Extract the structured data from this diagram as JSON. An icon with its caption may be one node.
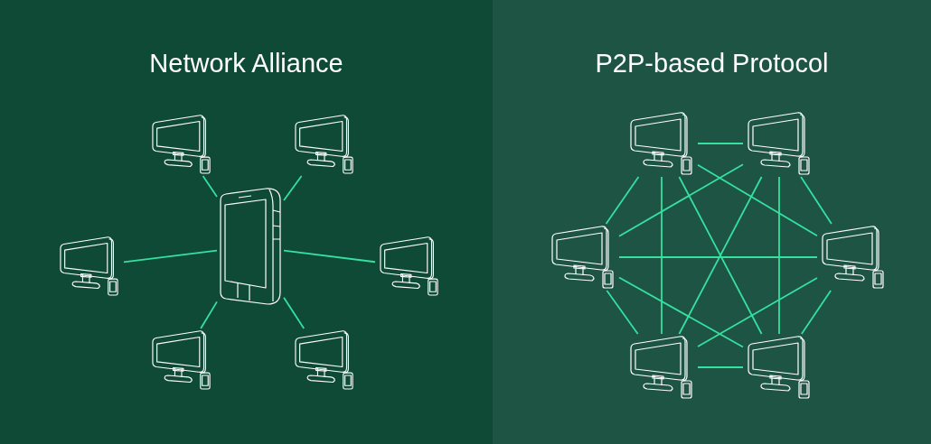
{
  "diagram": {
    "nodes": [
      {
        "text": [
          "Network Alliance"
        ]
      },
      {
        "text": [],
        "shape": "picture",
        "in": 0
      },
      {
        "text": [],
        "shape": "picture",
        "in": 0
      },
      {
        "text": [],
        "shape": "picture",
        "in": 0
      },
      {
        "text": [],
        "shape": "picture",
        "in": 0
      },
      {
        "text": [],
        "shape": "picture",
        "in": 0
      },
      {
        "text": [],
        "shape": "picture",
        "in": 0
      },
      {
        "text": [],
        "shape": "picture",
        "in": 0
      },
      {
        "text": [
          "P2P-based Protocol"
        ]
      },
      {
        "text": [],
        "shape": "picture",
        "in": 8
      },
      {
        "text": [],
        "shape": "picture",
        "in": 8
      },
      {
        "text": [],
        "shape": "picture",
        "in": 8
      },
      {
        "text": [],
        "shape": "picture",
        "in": 8
      },
      {
        "text": [],
        "shape": "picture",
        "in": 8
      },
      {
        "text": [],
        "shape": "picture",
        "in": 8
      }
    ],
    "edges": [
      {
        "from": 1,
        "to": 2,
        "arrow": "none"
      },
      {
        "from": 1,
        "to": 3,
        "arrow": "none"
      },
      {
        "from": 1,
        "to": 4,
        "arrow": "none"
      },
      {
        "from": 1,
        "to": 5,
        "arrow": "none"
      },
      {
        "from": 1,
        "to": 6,
        "arrow": "none"
      },
      {
        "from": 1,
        "to": 7,
        "arrow": "none"
      },
      {
        "from": 9,
        "to": 10,
        "arrow": "none"
      },
      {
        "from": 9,
        "to": 11,
        "arrow": "none"
      },
      {
        "from": 9,
        "to": 12,
        "arrow": "none"
      },
      {
        "from": 9,
        "to": 13,
        "arrow": "none"
      },
      {
        "from": 9,
        "to": 14,
        "arrow": "none"
      },
      {
        "from": 10,
        "to": 11,
        "arrow": "none"
      },
      {
        "from": 10,
        "to": 12,
        "arrow": "none"
      },
      {
        "from": 10,
        "to": 13,
        "arrow": "none"
      },
      {
        "from": 10,
        "to": 14,
        "arrow": "none"
      },
      {
        "from": 11,
        "to": 12,
        "arrow": "none"
      },
      {
        "from": 11,
        "to": 13,
        "arrow": "none"
      },
      {
        "from": 11,
        "to": 14,
        "arrow": "none"
      },
      {
        "from": 12,
        "to": 13,
        "arrow": "none"
      },
      {
        "from": 12,
        "to": 14,
        "arrow": "none"
      },
      {
        "from": 13,
        "to": 14,
        "arrow": "none"
      }
    ]
  }
}
